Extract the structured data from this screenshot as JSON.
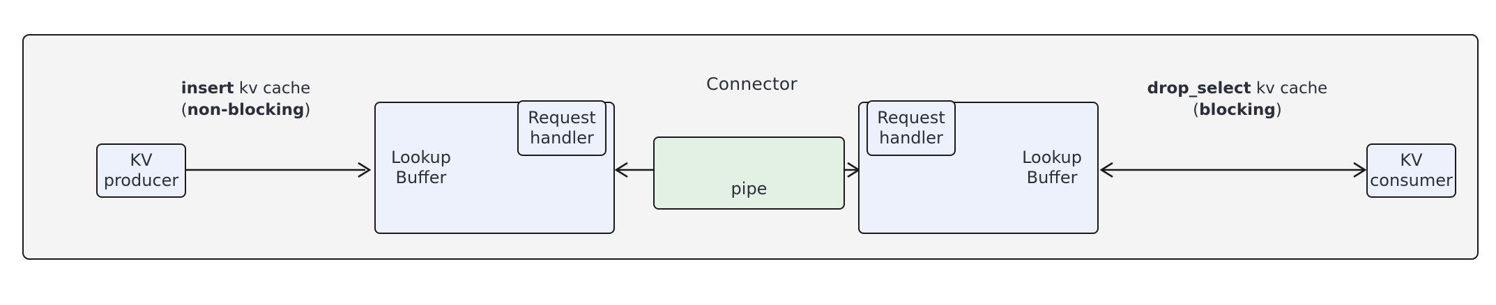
{
  "diagram": {
    "type": "architecture-flow",
    "container": {
      "title": "Connector",
      "fill": "#f4f4f4",
      "border": "#1a1a1a"
    },
    "nodes": {
      "kv_producer": {
        "label": "KV\nproducer",
        "fill": "#edf1fb"
      },
      "kv_consumer": {
        "label": "KV\nconsumer",
        "fill": "#edf1fb"
      },
      "lookup_buffer_left": {
        "label": "Lookup\nBuffer",
        "fill": "#edf1fb"
      },
      "lookup_buffer_right": {
        "label": "Lookup\nBuffer",
        "fill": "#edf1fb"
      },
      "request_handler_left": {
        "label": "Request\nhandler",
        "fill": "#edf1fb"
      },
      "request_handler_right": {
        "label": "Request\nhandler",
        "fill": "#edf1fb"
      },
      "pipe": {
        "label": "pipe",
        "fill": "#e3f1e4"
      }
    },
    "edges": {
      "insert": {
        "bold_text": "insert",
        "rest_text": " kv cache",
        "mode_open": "(",
        "mode_bold": "non-blocking",
        "mode_close": ")",
        "direction": "right",
        "from": "kv_producer",
        "to": "lookup_buffer_left"
      },
      "pipe_link": {
        "direction": "bidirectional",
        "from": "request_handler_left",
        "to": "request_handler_right",
        "through": "pipe"
      },
      "drop_select": {
        "bold_text": "drop_select",
        "rest_text": " kv cache",
        "mode_open": "(",
        "mode_bold": "blocking",
        "mode_close": ")",
        "direction": "bidirectional",
        "from": "lookup_buffer_right",
        "to": "kv_consumer"
      }
    }
  }
}
